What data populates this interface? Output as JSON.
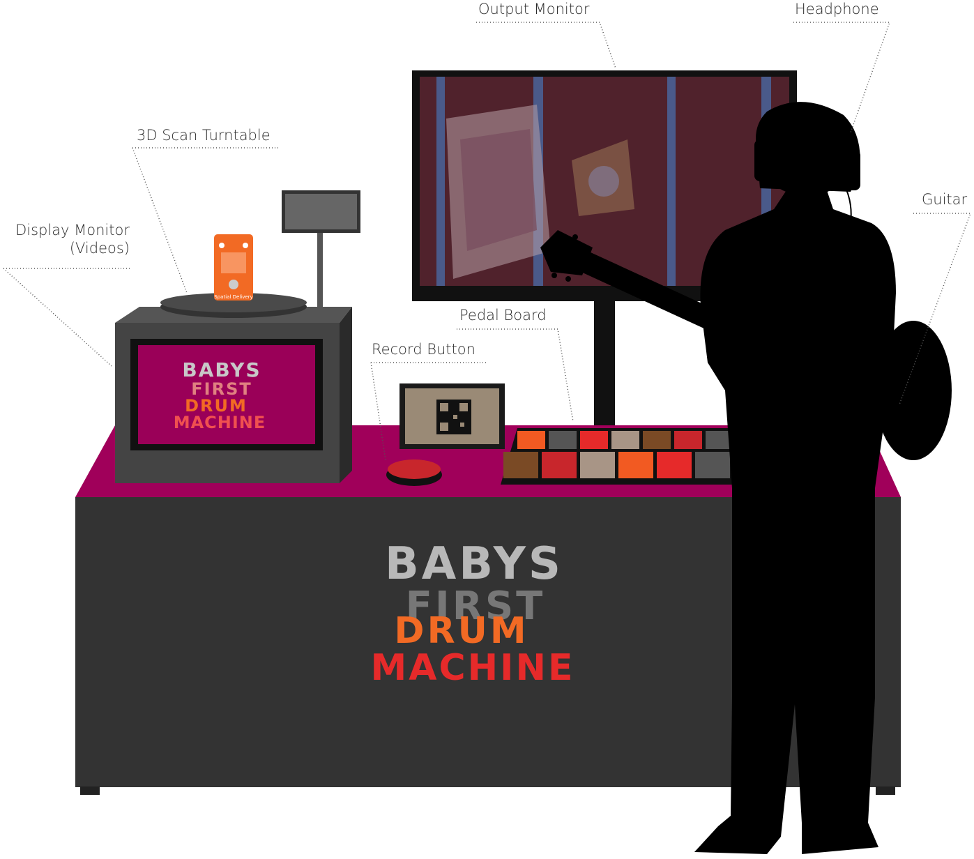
{
  "labels": {
    "output_monitor": "Output Monitor",
    "headphone": "Headphone",
    "turntable": "3D Scan Turntable",
    "display_monitor_line1": "Display Monitor",
    "display_monitor_line2": "(Videos)",
    "guitar": "Guitar",
    "pedal_board": "Pedal Board",
    "record_button": "Record Button"
  },
  "logo": {
    "line1": "BABYS",
    "line2": "FIRST",
    "line3": "DRUM",
    "line4": "MACHINE"
  },
  "pedal": {
    "name": "Spatial Delivery"
  },
  "colors": {
    "table_top": "#a0005a",
    "table_body": "#333333",
    "screen_bg": "#9a0058",
    "silhouette": "#000000",
    "record_button": "#c8262c",
    "qr_frame": "#9a8a76"
  },
  "pad_colors": [
    "#f25a22",
    "#555555",
    "#e62a2a",
    "#a89586",
    "#7a4a25",
    "#c8262c",
    "#555555",
    "#7a4a25",
    "#c8262c",
    "#a89586",
    "#f25a22",
    "#e62a2a",
    "#555555"
  ]
}
